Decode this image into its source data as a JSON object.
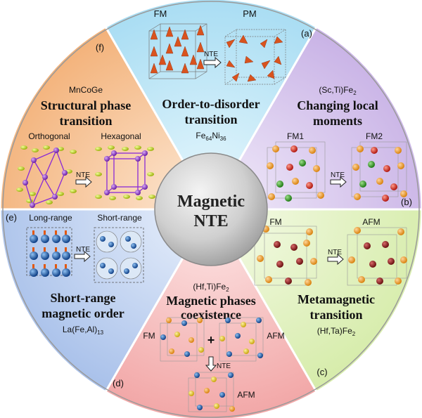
{
  "center": {
    "line1": "Magnetic",
    "line2": "NTE"
  },
  "segments": {
    "a": {
      "tag": "(a)",
      "title1": "Order-to-disorder",
      "title2": "transition",
      "material": "Fe64Ni36",
      "state_left": "FM",
      "state_right": "PM",
      "arrow_label": "NTE",
      "color": "#bfe8f7"
    },
    "b": {
      "tag": "(b)",
      "material": "(Sc,Ti)Fe2",
      "title1": "Changing local",
      "title2": "moments",
      "state_left": "FM1",
      "state_right": "FM2",
      "arrow_label": "NTE",
      "color": "#dccdee"
    },
    "c": {
      "tag": "(c)",
      "state_left": "FM",
      "state_right": "AFM",
      "arrow_label": "NTE",
      "title1": "Metamagnetic",
      "title2": "transition",
      "material": "(Hf,Ta)Fe2",
      "color": "#e6f3cb"
    },
    "d": {
      "tag": "(d)",
      "material": "(Hf,Ti)Fe2",
      "title1": "Magnetic phases",
      "title2": "coexistence",
      "state_left": "FM",
      "plus": "+",
      "state_right": "AFM",
      "arrow_label": "NTE",
      "state_bottom": "AFM",
      "color": "#f7c9c9"
    },
    "e": {
      "tag": "(e)",
      "state_left": "Long-range",
      "state_right": "Short-range",
      "arrow_label": "NTE",
      "title1": "Short-range",
      "title2": "magnetic order",
      "material": "La(Fe,Al)13",
      "color": "#c8d8f2"
    },
    "f": {
      "tag": "(f)",
      "material": "MnCoGe",
      "title1": "Structural phase",
      "title2": "transition",
      "state_left": "Orthogonal",
      "state_right": "Hexagonal",
      "arrow_label": "NTE",
      "color": "#f8cfa8"
    }
  }
}
